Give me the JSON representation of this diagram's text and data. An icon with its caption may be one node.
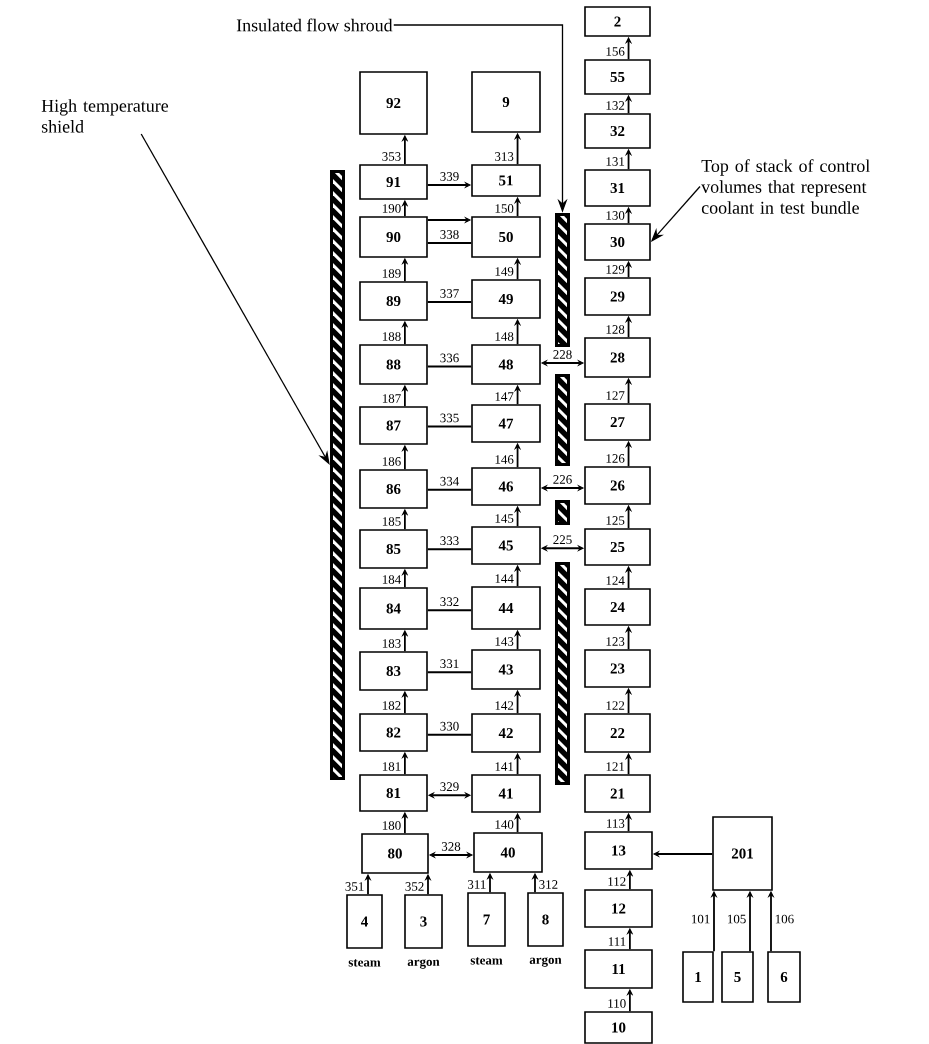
{
  "diagram": {
    "nodes": [
      {
        "text": [
          "Insulated flow shroud"
        ]
      },
      {
        "text": [
          "Top of stack of control volumes that represent coolant in test bundle"
        ]
      },
      {
        "text": [
          "High temperature shield"
        ]
      },
      {
        "text": [],
        "shape": "bar"
      },
      {
        "text": [],
        "shape": "bar"
      },
      {
        "text": [
          "92"
        ]
      },
      {
        "text": [
          "91"
        ]
      },
      {
        "text": [
          "90"
        ]
      },
      {
        "text": [
          "89"
        ]
      },
      {
        "text": [
          "88"
        ]
      },
      {
        "text": [
          "87"
        ]
      },
      {
        "text": [
          "86"
        ]
      },
      {
        "text": [
          "85"
        ]
      },
      {
        "text": [
          "84"
        ]
      },
      {
        "text": [
          "83"
        ]
      },
      {
        "text": [
          "82"
        ]
      },
      {
        "text": [
          "81"
        ]
      },
      {
        "text": [
          "80"
        ]
      },
      {
        "text": [
          "9"
        ]
      },
      {
        "text": [
          "51"
        ]
      },
      {
        "text": [
          "50"
        ]
      },
      {
        "text": [
          "49"
        ]
      },
      {
        "text": [
          "48"
        ]
      },
      {
        "text": [
          "47"
        ]
      },
      {
        "text": [
          "46"
        ]
      },
      {
        "text": [
          "45"
        ]
      },
      {
        "text": [
          "44"
        ]
      },
      {
        "text": [
          "43"
        ]
      },
      {
        "text": [
          "42"
        ]
      },
      {
        "text": [
          "41"
        ]
      },
      {
        "text": [
          "40"
        ]
      },
      {
        "text": [
          "2"
        ]
      },
      {
        "text": [
          "55"
        ]
      },
      {
        "text": [
          "32"
        ]
      },
      {
        "text": [
          "31"
        ]
      },
      {
        "text": [
          "30"
        ]
      },
      {
        "text": [
          "29"
        ]
      },
      {
        "text": [
          "28"
        ]
      },
      {
        "text": [
          "27"
        ]
      },
      {
        "text": [
          "26"
        ]
      },
      {
        "text": [
          "25"
        ]
      },
      {
        "text": [
          "24"
        ]
      },
      {
        "text": [
          "23"
        ]
      },
      {
        "text": [
          "22"
        ]
      },
      {
        "text": [
          "21"
        ]
      },
      {
        "text": [
          "13"
        ]
      },
      {
        "text": [
          "12"
        ]
      },
      {
        "text": [
          "11"
        ]
      },
      {
        "text": [
          "10"
        ]
      },
      {
        "text": [
          "201"
        ]
      },
      {
        "text": [
          "4"
        ],
        "beside": [
          "steam"
        ]
      },
      {
        "text": [
          "3"
        ],
        "beside": [
          "argon"
        ]
      },
      {
        "text": [
          "7"
        ],
        "beside": [
          "steam"
        ]
      },
      {
        "text": [
          "8"
        ],
        "beside": [
          "argon"
        ]
      },
      {
        "text": [
          "1"
        ]
      },
      {
        "text": [
          "5"
        ]
      },
      {
        "text": [
          "6"
        ]
      },
      {
        "text": [],
        "shape": "bar"
      },
      {
        "text": [],
        "shape": "bar"
      },
      {
        "text": [],
        "shape": "bar"
      }
    ],
    "edges": [
      {
        "from": 0,
        "to": 4,
        "arrow": "to"
      },
      {
        "from": 1,
        "to": 35,
        "arrow": "to"
      },
      {
        "from": 2,
        "to": 3,
        "arrow": "to"
      },
      {
        "from": 17,
        "to": 16,
        "arrow": "to",
        "label": "180"
      },
      {
        "from": 16,
        "to": 15,
        "arrow": "to",
        "label": "181"
      },
      {
        "from": 15,
        "to": 14,
        "arrow": "to",
        "label": "182"
      },
      {
        "from": 14,
        "to": 13,
        "arrow": "to",
        "label": "183"
      },
      {
        "from": 13,
        "to": 12,
        "arrow": "to",
        "label": "184"
      },
      {
        "from": 12,
        "to": 11,
        "arrow": "to",
        "label": "185"
      },
      {
        "from": 11,
        "to": 10,
        "arrow": "to",
        "label": "186"
      },
      {
        "from": 10,
        "to": 9,
        "arrow": "to",
        "label": "187"
      },
      {
        "from": 9,
        "to": 8,
        "arrow": "to",
        "label": "188"
      },
      {
        "from": 8,
        "to": 7,
        "arrow": "to",
        "label": "189"
      },
      {
        "from": 7,
        "to": 6,
        "arrow": "to",
        "label": "190"
      },
      {
        "from": 6,
        "to": 5,
        "arrow": "to",
        "label": "353"
      },
      {
        "from": 30,
        "to": 29,
        "arrow": "to",
        "label": "140"
      },
      {
        "from": 29,
        "to": 28,
        "arrow": "to",
        "label": "141"
      },
      {
        "from": 28,
        "to": 27,
        "arrow": "to",
        "label": "142"
      },
      {
        "from": 27,
        "to": 26,
        "arrow": "to",
        "label": "143"
      },
      {
        "from": 26,
        "to": 25,
        "arrow": "to",
        "label": "144"
      },
      {
        "from": 25,
        "to": 24,
        "arrow": "to",
        "label": "145"
      },
      {
        "from": 24,
        "to": 23,
        "arrow": "to",
        "label": "146"
      },
      {
        "from": 23,
        "to": 22,
        "arrow": "to",
        "label": "147"
      },
      {
        "from": 22,
        "to": 21,
        "arrow": "to",
        "label": "148"
      },
      {
        "from": 21,
        "to": 20,
        "arrow": "to",
        "label": "149"
      },
      {
        "from": 20,
        "to": 19,
        "arrow": "to",
        "label": "150"
      },
      {
        "from": 19,
        "to": 18,
        "arrow": "to",
        "label": "313"
      },
      {
        "from": 48,
        "to": 47,
        "arrow": "to",
        "label": "110"
      },
      {
        "from": 47,
        "to": 46,
        "arrow": "to",
        "label": "111"
      },
      {
        "from": 46,
        "to": 45,
        "arrow": "to",
        "label": "112"
      },
      {
        "from": 45,
        "to": 44,
        "arrow": "to",
        "label": "113"
      },
      {
        "from": 44,
        "to": 43,
        "arrow": "to",
        "label": "121"
      },
      {
        "from": 43,
        "to": 42,
        "arrow": "to",
        "label": "122"
      },
      {
        "from": 42,
        "to": 41,
        "arrow": "to",
        "label": "123"
      },
      {
        "from": 41,
        "to": 40,
        "arrow": "to",
        "label": "124"
      },
      {
        "from": 40,
        "to": 39,
        "arrow": "to",
        "label": "125"
      },
      {
        "from": 39,
        "to": 38,
        "arrow": "to",
        "label": "126"
      },
      {
        "from": 38,
        "to": 37,
        "arrow": "to",
        "label": "127"
      },
      {
        "from": 37,
        "to": 36,
        "arrow": "to",
        "label": "128"
      },
      {
        "from": 36,
        "to": 35,
        "arrow": "to",
        "label": "129"
      },
      {
        "from": 35,
        "to": 34,
        "arrow": "to",
        "label": "130"
      },
      {
        "from": 34,
        "to": 33,
        "arrow": "to",
        "label": "131"
      },
      {
        "from": 33,
        "to": 32,
        "arrow": "to",
        "label": "132"
      },
      {
        "from": 32,
        "to": 31,
        "arrow": "to",
        "label": "156"
      },
      {
        "from": 50,
        "to": 17,
        "arrow": "to",
        "label": "351"
      },
      {
        "from": 51,
        "to": 17,
        "arrow": "to",
        "label": "352"
      },
      {
        "from": 52,
        "to": 30,
        "arrow": "to",
        "label": "311"
      },
      {
        "from": 53,
        "to": 30,
        "arrow": "to",
        "label": "312"
      },
      {
        "from": 54,
        "to": 49,
        "arrow": "to",
        "label": "101"
      },
      {
        "from": 55,
        "to": 49,
        "arrow": "to",
        "label": "105"
      },
      {
        "from": 56,
        "to": 49,
        "arrow": "to",
        "label": "106"
      },
      {
        "from": 49,
        "to": 45,
        "arrow": "to"
      },
      {
        "from": 17,
        "to": 30,
        "arrow": "both",
        "label": "328"
      },
      {
        "from": 16,
        "to": 29,
        "arrow": "both",
        "label": "329"
      },
      {
        "from": 15,
        "to": 28,
        "arrow": "none",
        "label": "330"
      },
      {
        "from": 14,
        "to": 27,
        "arrow": "none",
        "label": "331"
      },
      {
        "from": 13,
        "to": 26,
        "arrow": "none",
        "label": "332"
      },
      {
        "from": 12,
        "to": 25,
        "arrow": "none",
        "label": "333"
      },
      {
        "from": 11,
        "to": 24,
        "arrow": "none",
        "label": "334"
      },
      {
        "from": 10,
        "to": 23,
        "arrow": "none",
        "label": "335"
      },
      {
        "from": 9,
        "to": 22,
        "arrow": "none",
        "label": "336"
      },
      {
        "from": 8,
        "to": 21,
        "arrow": "none",
        "label": "337"
      },
      {
        "from": 7,
        "to": 20,
        "arrow": "none",
        "label": "338"
      },
      {
        "from": 7,
        "to": 20,
        "arrow": "to"
      },
      {
        "from": 6,
        "to": 19,
        "arrow": "to",
        "label": "339"
      },
      {
        "from": 25,
        "to": 40,
        "arrow": "both",
        "label": "225"
      },
      {
        "from": 24,
        "to": 39,
        "arrow": "both",
        "label": "226"
      },
      {
        "from": 22,
        "to": 37,
        "arrow": "both",
        "label": "228"
      }
    ]
  }
}
